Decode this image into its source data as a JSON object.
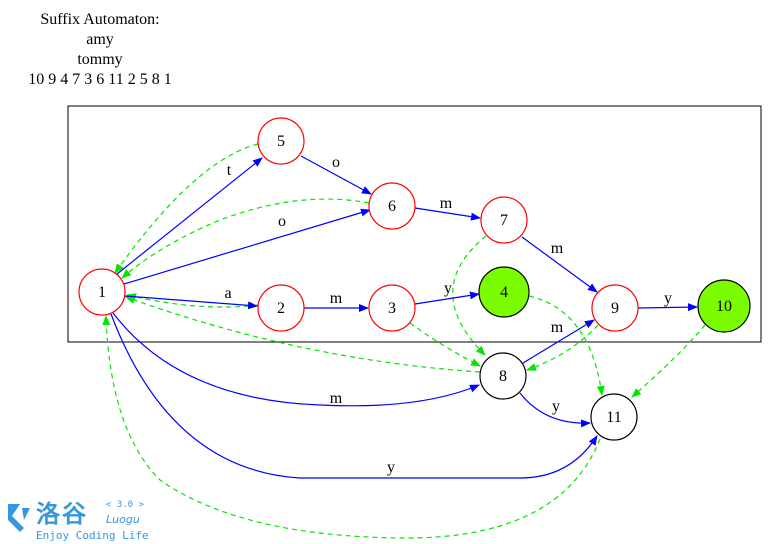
{
  "title": {
    "heading": "Suffix Automaton:",
    "word1": "amy",
    "word2": "tommy",
    "order": "10 9 4 7 3 6 11 2 5 8 1"
  },
  "colors": {
    "transition": "#0000ff",
    "suffix_link": "#00e600",
    "accepting_fill": "#7cfc00",
    "cluster_node_border": "#ff0000",
    "outer_node_border": "#000000",
    "logo": "#3498db"
  },
  "nodes": [
    {
      "id": "1",
      "label": "1",
      "accepting": false,
      "in_box": true
    },
    {
      "id": "2",
      "label": "2",
      "accepting": false,
      "in_box": true
    },
    {
      "id": "3",
      "label": "3",
      "accepting": false,
      "in_box": true
    },
    {
      "id": "4",
      "label": "4",
      "accepting": true,
      "in_box": true
    },
    {
      "id": "5",
      "label": "5",
      "accepting": false,
      "in_box": true
    },
    {
      "id": "6",
      "label": "6",
      "accepting": false,
      "in_box": true
    },
    {
      "id": "7",
      "label": "7",
      "accepting": false,
      "in_box": true
    },
    {
      "id": "8",
      "label": "8",
      "accepting": false,
      "in_box": false
    },
    {
      "id": "9",
      "label": "9",
      "accepting": false,
      "in_box": true
    },
    {
      "id": "10",
      "label": "10",
      "accepting": true,
      "in_box": true
    },
    {
      "id": "11",
      "label": "11",
      "accepting": false,
      "in_box": false
    }
  ],
  "transitions": [
    {
      "from": "1",
      "to": "5",
      "label": "t"
    },
    {
      "from": "5",
      "to": "6",
      "label": "o"
    },
    {
      "from": "1",
      "to": "6",
      "label": "o"
    },
    {
      "from": "6",
      "to": "7",
      "label": "m"
    },
    {
      "from": "7",
      "to": "9",
      "label": "m"
    },
    {
      "from": "1",
      "to": "2",
      "label": "a"
    },
    {
      "from": "2",
      "to": "3",
      "label": "m"
    },
    {
      "from": "3",
      "to": "4",
      "label": "y"
    },
    {
      "from": "9",
      "to": "10",
      "label": "y"
    },
    {
      "from": "8",
      "to": "9",
      "label": "m"
    },
    {
      "from": "8",
      "to": "11",
      "label": "y"
    },
    {
      "from": "1",
      "to": "8",
      "label": "m"
    },
    {
      "from": "1",
      "to": "11",
      "label": "y"
    }
  ],
  "suffix_links": [
    {
      "from": "5",
      "to": "1"
    },
    {
      "from": "6",
      "to": "1"
    },
    {
      "from": "2",
      "to": "1"
    },
    {
      "from": "8",
      "to": "1"
    },
    {
      "from": "11",
      "to": "1"
    },
    {
      "from": "7",
      "to": "8"
    },
    {
      "from": "3",
      "to": "8"
    },
    {
      "from": "9",
      "to": "8"
    },
    {
      "from": "4",
      "to": "11"
    },
    {
      "from": "10",
      "to": "11"
    }
  ],
  "logo": {
    "name_cn": "洛谷",
    "version": "< 3.0 >",
    "name_en": "Luogu",
    "slogan": "Enjoy Coding Life"
  }
}
